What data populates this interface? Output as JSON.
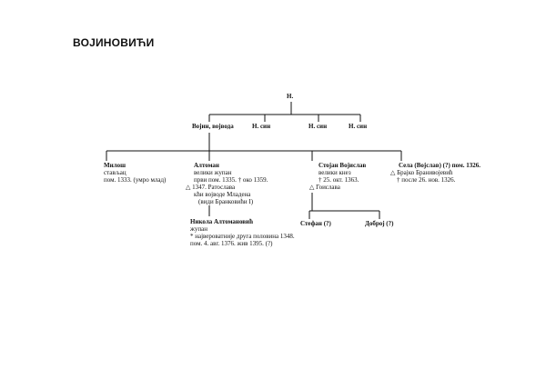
{
  "title": "ВОЈИНОВИЋИ",
  "root": {
    "name": "Н."
  },
  "gen1": [
    {
      "name": "Војин, војвода"
    },
    {
      "name": "Н. син"
    },
    {
      "name": "Н. син"
    },
    {
      "name": "Н. син"
    }
  ],
  "gen2": [
    {
      "name": "Милош",
      "lines": [
        "стављац",
        "пом. 1333. (умро млад)"
      ]
    },
    {
      "name": "Алтоман",
      "lines": [
        "велики жупан",
        "први пом. 1335. † око 1359.",
        "△ 1347. Ратослава",
        "кћи војводе Младена",
        "(види Бранковићи I)"
      ]
    },
    {
      "name": "Стојан Војислав",
      "lines": [
        "велики кнез",
        "† 25. окт. 1363.",
        "△ Гоислава"
      ]
    },
    {
      "name": "Села (Војслав) (?) пом. 1326.",
      "lines": [
        "△ Брајко Бранивојевић",
        "† после 26. нов. 1326."
      ]
    }
  ],
  "altoman_children": [
    {
      "name": "Никола Алтомановић",
      "lines": [
        "жупан",
        "* највероватније друга половина 1348.",
        "пом. 4. авг. 1376. жив 1395. (?)"
      ]
    }
  ],
  "vojislav_children": [
    {
      "name": "Стефан (?)"
    },
    {
      "name": "Доброј (?)"
    }
  ]
}
